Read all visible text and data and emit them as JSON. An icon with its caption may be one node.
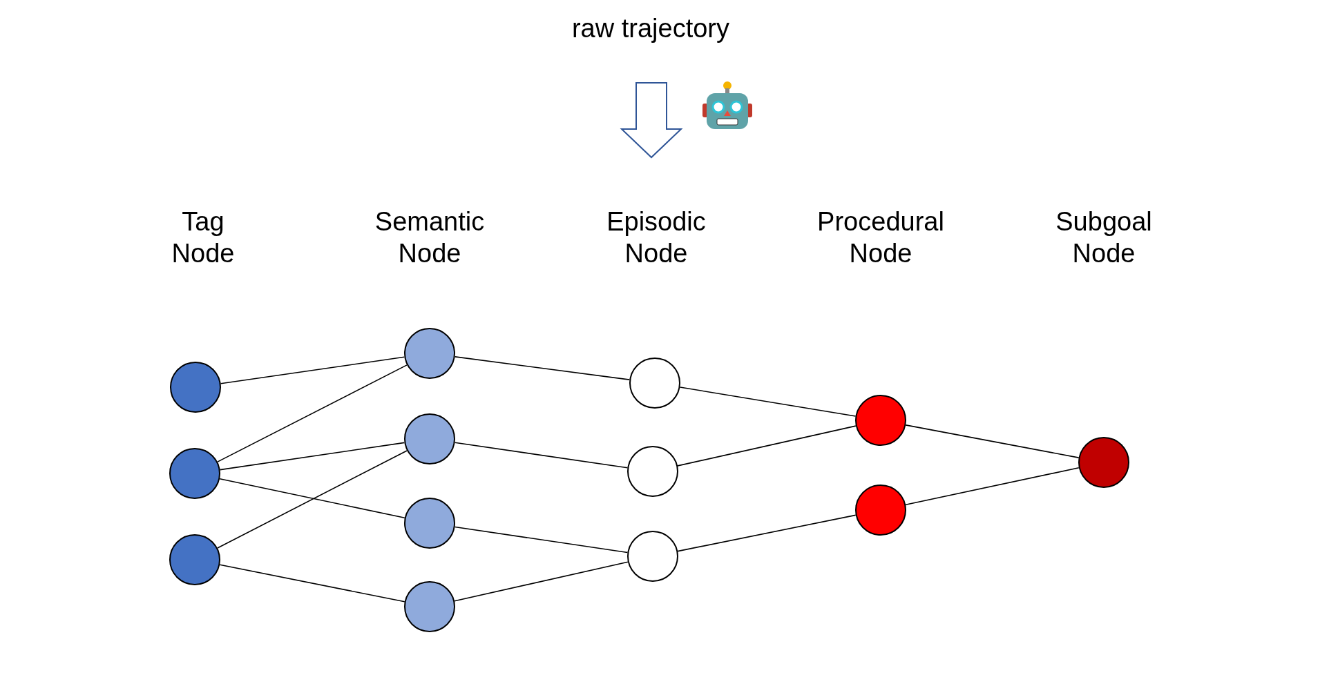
{
  "diagram": {
    "nodes": [
      {
        "text": [],
        "shape": "circle"
      },
      {
        "text": [],
        "shape": "circle"
      },
      {
        "text": [],
        "shape": "circle"
      },
      {
        "text": [],
        "shape": "circle"
      },
      {
        "text": [],
        "shape": "circle"
      },
      {
        "text": [],
        "shape": "circle"
      },
      {
        "text": [],
        "shape": "circle"
      },
      {
        "text": [],
        "shape": "circle"
      },
      {
        "text": [],
        "shape": "circle"
      },
      {
        "text": [],
        "shape": "circle"
      },
      {
        "text": [],
        "shape": "circle"
      },
      {
        "text": [],
        "shape": "circle"
      },
      {
        "text": [],
        "shape": "circle"
      }
    ],
    "edges": [
      {
        "from": 0,
        "to": 3,
        "arrow": "none"
      },
      {
        "from": 1,
        "to": 3,
        "arrow": "none"
      },
      {
        "from": 1,
        "to": 4,
        "arrow": "none"
      },
      {
        "from": 1,
        "to": 5,
        "arrow": "none"
      },
      {
        "from": 2,
        "to": 4,
        "arrow": "none"
      },
      {
        "from": 2,
        "to": 6,
        "arrow": "none"
      },
      {
        "from": 3,
        "to": 7,
        "arrow": "none"
      },
      {
        "from": 4,
        "to": 8,
        "arrow": "none"
      },
      {
        "from": 5,
        "to": 9,
        "arrow": "none"
      },
      {
        "from": 6,
        "to": 9,
        "arrow": "none"
      },
      {
        "from": 7,
        "to": 10,
        "arrow": "none"
      },
      {
        "from": 8,
        "to": 10,
        "arrow": "none"
      },
      {
        "from": 9,
        "to": 11,
        "arrow": "none"
      },
      {
        "from": 10,
        "to": 12,
        "arrow": "none"
      },
      {
        "from": 11,
        "to": 12,
        "arrow": "none"
      }
    ],
    "labels": [
      "raw trajectory",
      "Tag Node",
      "Semantic Node",
      "Episodic Node",
      "Procedural Node",
      "Subgoal Node"
    ]
  }
}
